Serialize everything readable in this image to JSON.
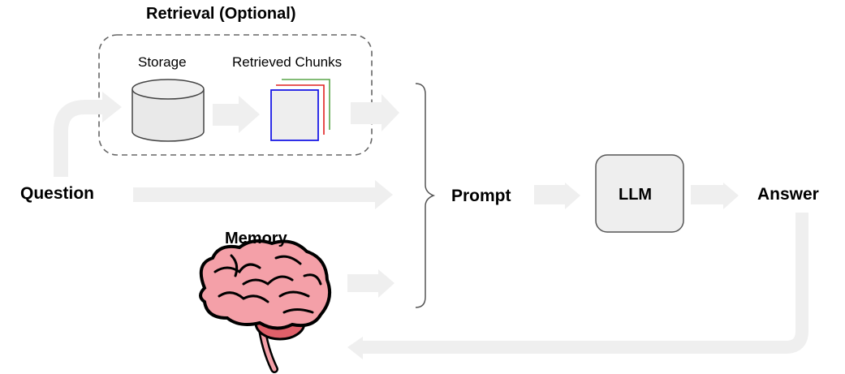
{
  "diagram": {
    "retrieval_title": "Retrieval (Optional)",
    "storage_label": "Storage",
    "chunks_label": "Retrieved Chunks",
    "question_label": "Question",
    "prompt_label": "Prompt",
    "llm_label": "LLM",
    "answer_label": "Answer",
    "memory_label": "Memory"
  },
  "colors": {
    "arrow": "#efefef",
    "box_fill": "#eeeeee",
    "box_stroke": "#555555",
    "chunk_front": "#1a1ae6",
    "chunk_middle": "#e02020",
    "chunk_back": "#5aa64a",
    "brain_fill": "#f4a0a8",
    "brain_cerebellum": "#e0606a"
  }
}
